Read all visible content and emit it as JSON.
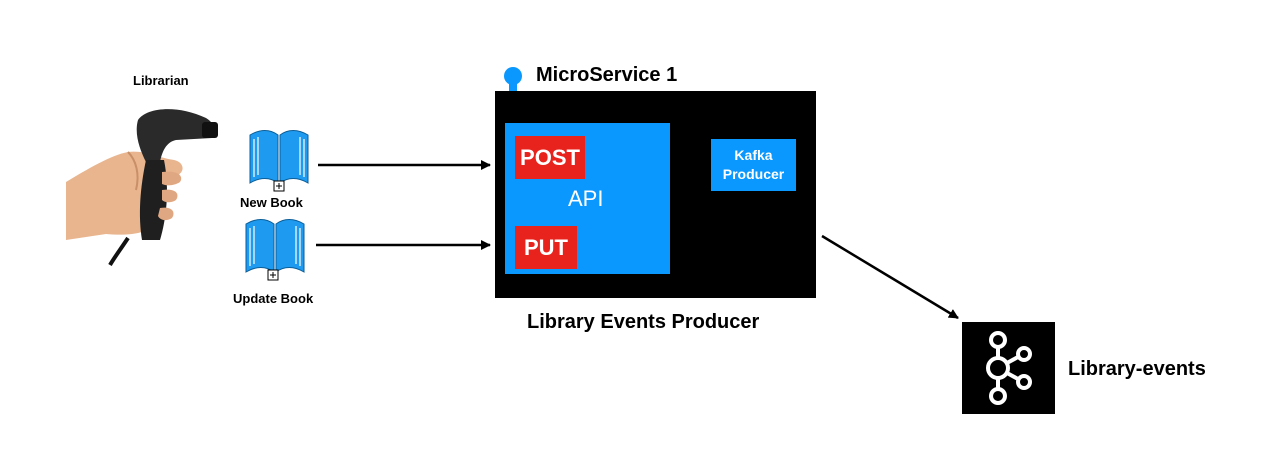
{
  "actors": {
    "librarian_label": "Librarian"
  },
  "books": [
    {
      "label": "New Book"
    },
    {
      "label": "Update Book"
    }
  ],
  "service": {
    "title": "MicroService 1",
    "name": "Library Events Producer",
    "api_label": "API",
    "methods": [
      "POST",
      "PUT"
    ],
    "kafka_producer_line1": "Kafka",
    "kafka_producer_line2": "Producer"
  },
  "topic": {
    "label": "Library-events"
  },
  "colors": {
    "api_blue": "#0a98ff",
    "method_red": "#e8231d",
    "book_blue": "#1e9bf0",
    "box_black": "#000000"
  },
  "icons": [
    "barcode-scanner-icon",
    "book-icon",
    "lightbulb-icon",
    "kafka-logo-icon"
  ]
}
